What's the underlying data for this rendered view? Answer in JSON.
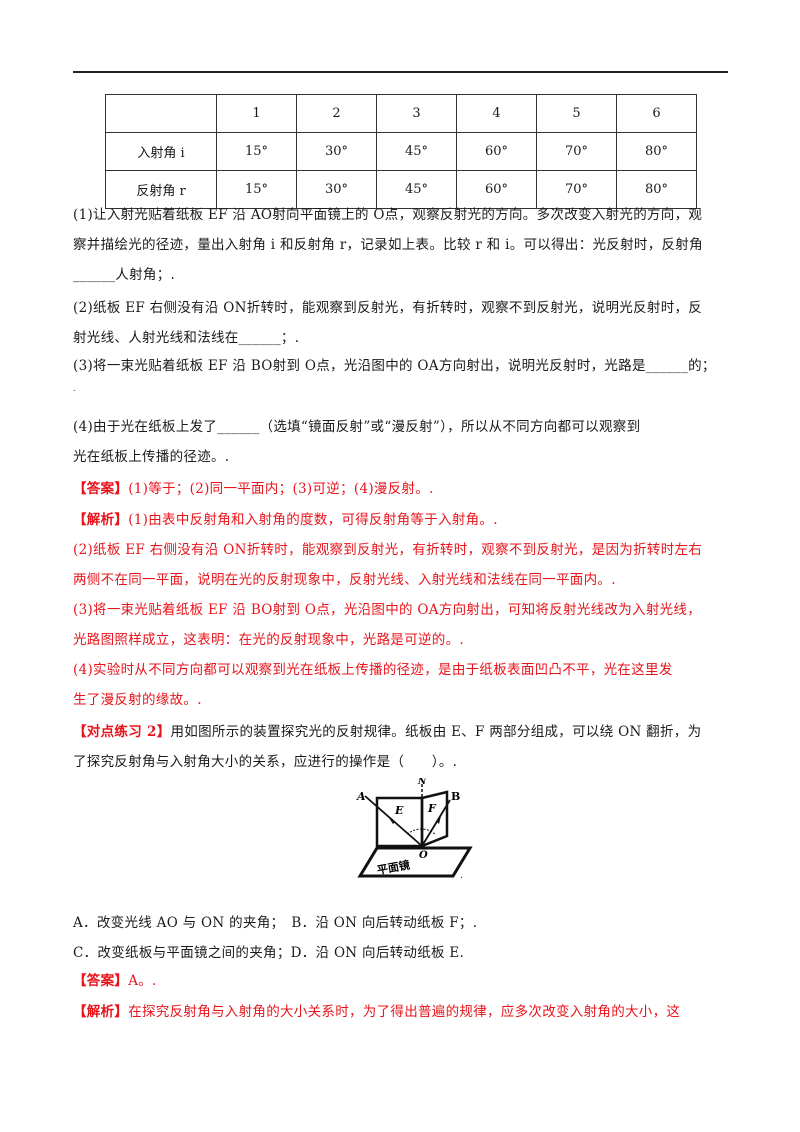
{
  "table": {
    "header": [
      "",
      "1",
      "2",
      "3",
      "4",
      "5",
      "6"
    ],
    "rows": [
      {
        "label": "入射角 i",
        "values": [
          "15°",
          "30°",
          "45°",
          "60°",
          "70°",
          "80°"
        ]
      },
      {
        "label": "反射角 r",
        "values": [
          "15°",
          "30°",
          "45°",
          "60°",
          "70°",
          "80°"
        ]
      }
    ]
  },
  "q1": {
    "line1": "(1)让入射光贴着纸板 EF 沿 AO射向平面镜上的 O点，观察反射光的方向。多次改变入射光的方向，观",
    "line2": "察并描绘光的径迹，量出入射角 i 和反射角 r，记录如上表。比较 r 和 i。可以得出：光反射时，反射角",
    "line3": "______人射角；."
  },
  "q2": {
    "line1": "(2)纸板 EF 右侧没有沿 ON折转时，能观察到反射光，有折转时，观察不到反射光，说明光反射时，反",
    "line2": "射光线、人射光线和法线在______；."
  },
  "q3": {
    "line1": "(3)将一束光贴着纸板 EF 沿 BO射到 O点，光沿图中的 OA方向射出，说明光反射时，光路是______的；",
    "line2": "."
  },
  "q4": {
    "line1": "(4)由于光在纸板上发了______（选填“镜面反射”或“漫反射”），所以从不同方向都可以观察到",
    "line2": "光在纸板上传播的径迹。."
  },
  "answer1": {
    "tag": "【答案】",
    "text": "(1)等于；(2)同一平面内；(3)可逆；(4)漫反射。."
  },
  "analysis1": {
    "tag": "【解析】",
    "p1": "(1)由表中反射角和入射角的度数，可得反射角等于入射角。.",
    "p2_line1": "(2)纸板 EF 右侧没有沿 ON折转时，能观察到反射光，有折转时，观察不到反射光，是因为折转时左右",
    "p2_line2": "两侧不在同一平面，说明在光的反射现象中，反射光线、入射光线和法线在同一平面内。.",
    "p3_line1": "(3)将一束光贴着纸板 EF 沿 BO射到 O点，光沿图中的 OA方向射出，可知将反射光线改为入射光线，",
    "p3_line2": "光路图照样成立，这表明：在光的反射现象中，光路是可逆的。.",
    "p4_line1": "(4)实验时从不同方向都可以观察到光在纸板上传播的径迹，是由于纸板表面凹凸不平，光在这里发",
    "p4_line2": "生了漫反射的缘故。."
  },
  "exercise2": {
    "tag": "【对点练习 2】",
    "line1": "用如图所示的装置探究光的反射规律。纸板由 E、F 两部分组成，可以绕 ON 翻折，为",
    "line2": "了探究反射角与入射角大小的关系，应进行的操作是（　　）。."
  },
  "figure": {
    "labels": {
      "n": "N",
      "a": "A",
      "e": "E",
      "f": "F",
      "b": "B",
      "o": "O",
      "mirror": "平面镜"
    },
    "trailing_dot": "."
  },
  "options": {
    "line1": "A．改变光线 AO 与 ON 的夹角；　B．沿 ON 向后转动纸板 F；.",
    "line2": "C．改变纸板与平面镜之间的夹角；D．沿 ON 向后转动纸板 E."
  },
  "answer2": {
    "tag": "【答案】",
    "text": "A。."
  },
  "analysis2": {
    "tag": "【解析】",
    "text": "在探究反射角与入射角的大小关系时，为了得出普遍的规律，应多次改变入射角的大小，这"
  }
}
